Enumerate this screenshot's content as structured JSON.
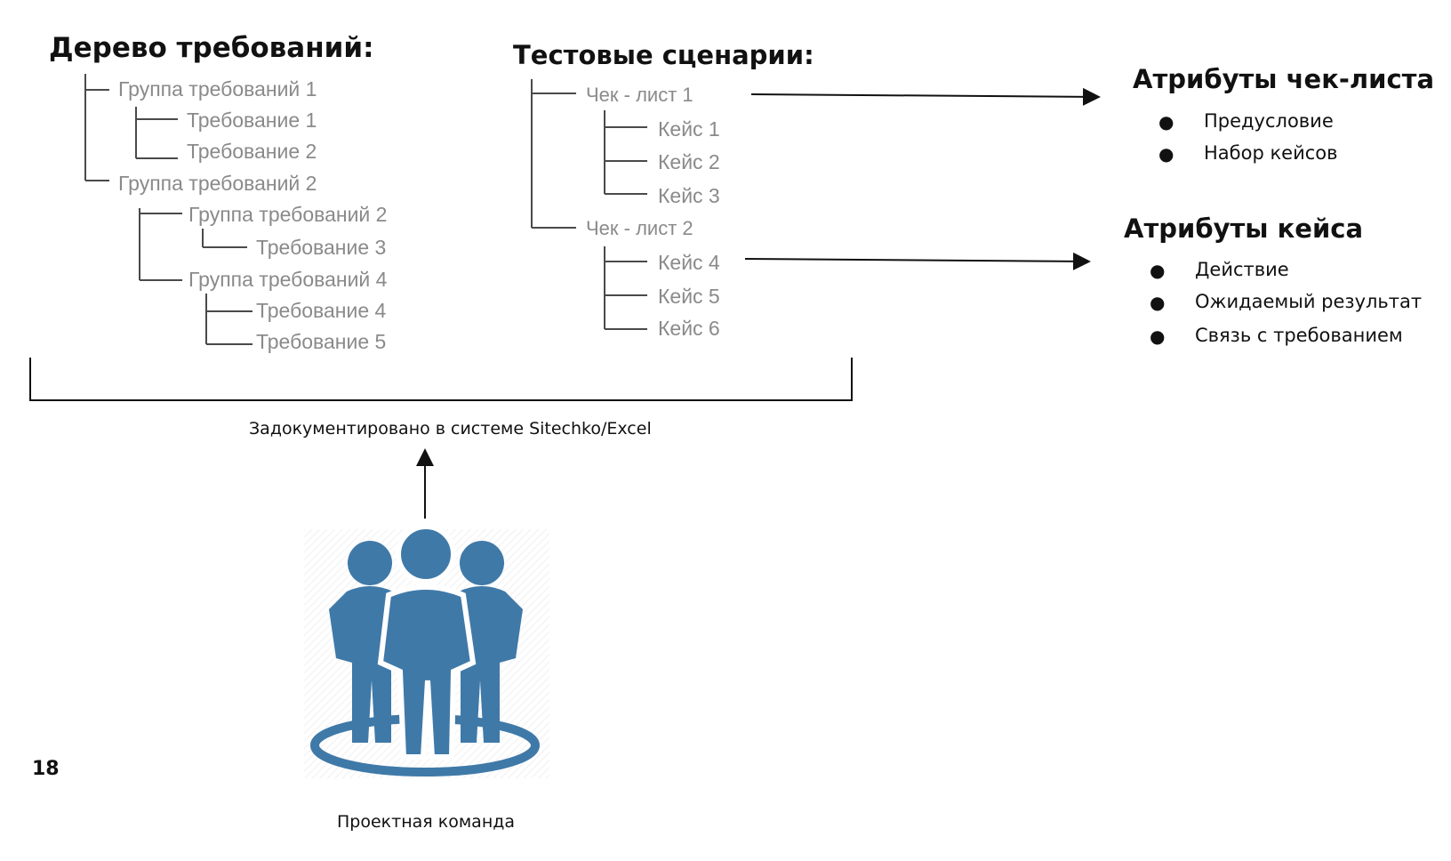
{
  "req_tree": {
    "title": "Дерево требований:",
    "items": [
      {
        "label": "Группа требований 1"
      },
      {
        "label": "Требование 1"
      },
      {
        "label": "Требование 2"
      },
      {
        "label": "Группа требований 2"
      },
      {
        "label": "Группа требований 2"
      },
      {
        "label": "Требование 3"
      },
      {
        "label": "Группа требований 4"
      },
      {
        "label": "Требование 4"
      },
      {
        "label": "Требование 5"
      }
    ]
  },
  "scenarios": {
    "title": "Тестовые сценарии:",
    "items": [
      {
        "label": "Чек - лист 1"
      },
      {
        "label": "Кейс 1"
      },
      {
        "label": "Кейс 2"
      },
      {
        "label": "Кейс 3"
      },
      {
        "label": "Чек - лист 2"
      },
      {
        "label": "Кейс 4"
      },
      {
        "label": "Кейс 5"
      },
      {
        "label": "Кейс 6"
      }
    ]
  },
  "checklist_attrs": {
    "title": "Атрибуты чек-листа",
    "items": [
      "Предусловие",
      "Набор кейсов"
    ]
  },
  "case_attrs": {
    "title": "Атрибуты кейса",
    "items": [
      "Действие",
      "Ожидаемый результат",
      "Связь с требованием"
    ]
  },
  "documented_label": "Задокументировано в системе Sitechko/Excel",
  "team_label": "Проектная команда",
  "page_number": "18",
  "colors": {
    "tree_text": "#8a8a8a",
    "team_icon": "#3f79a8"
  },
  "icons": {
    "team": "people-group-icon"
  }
}
